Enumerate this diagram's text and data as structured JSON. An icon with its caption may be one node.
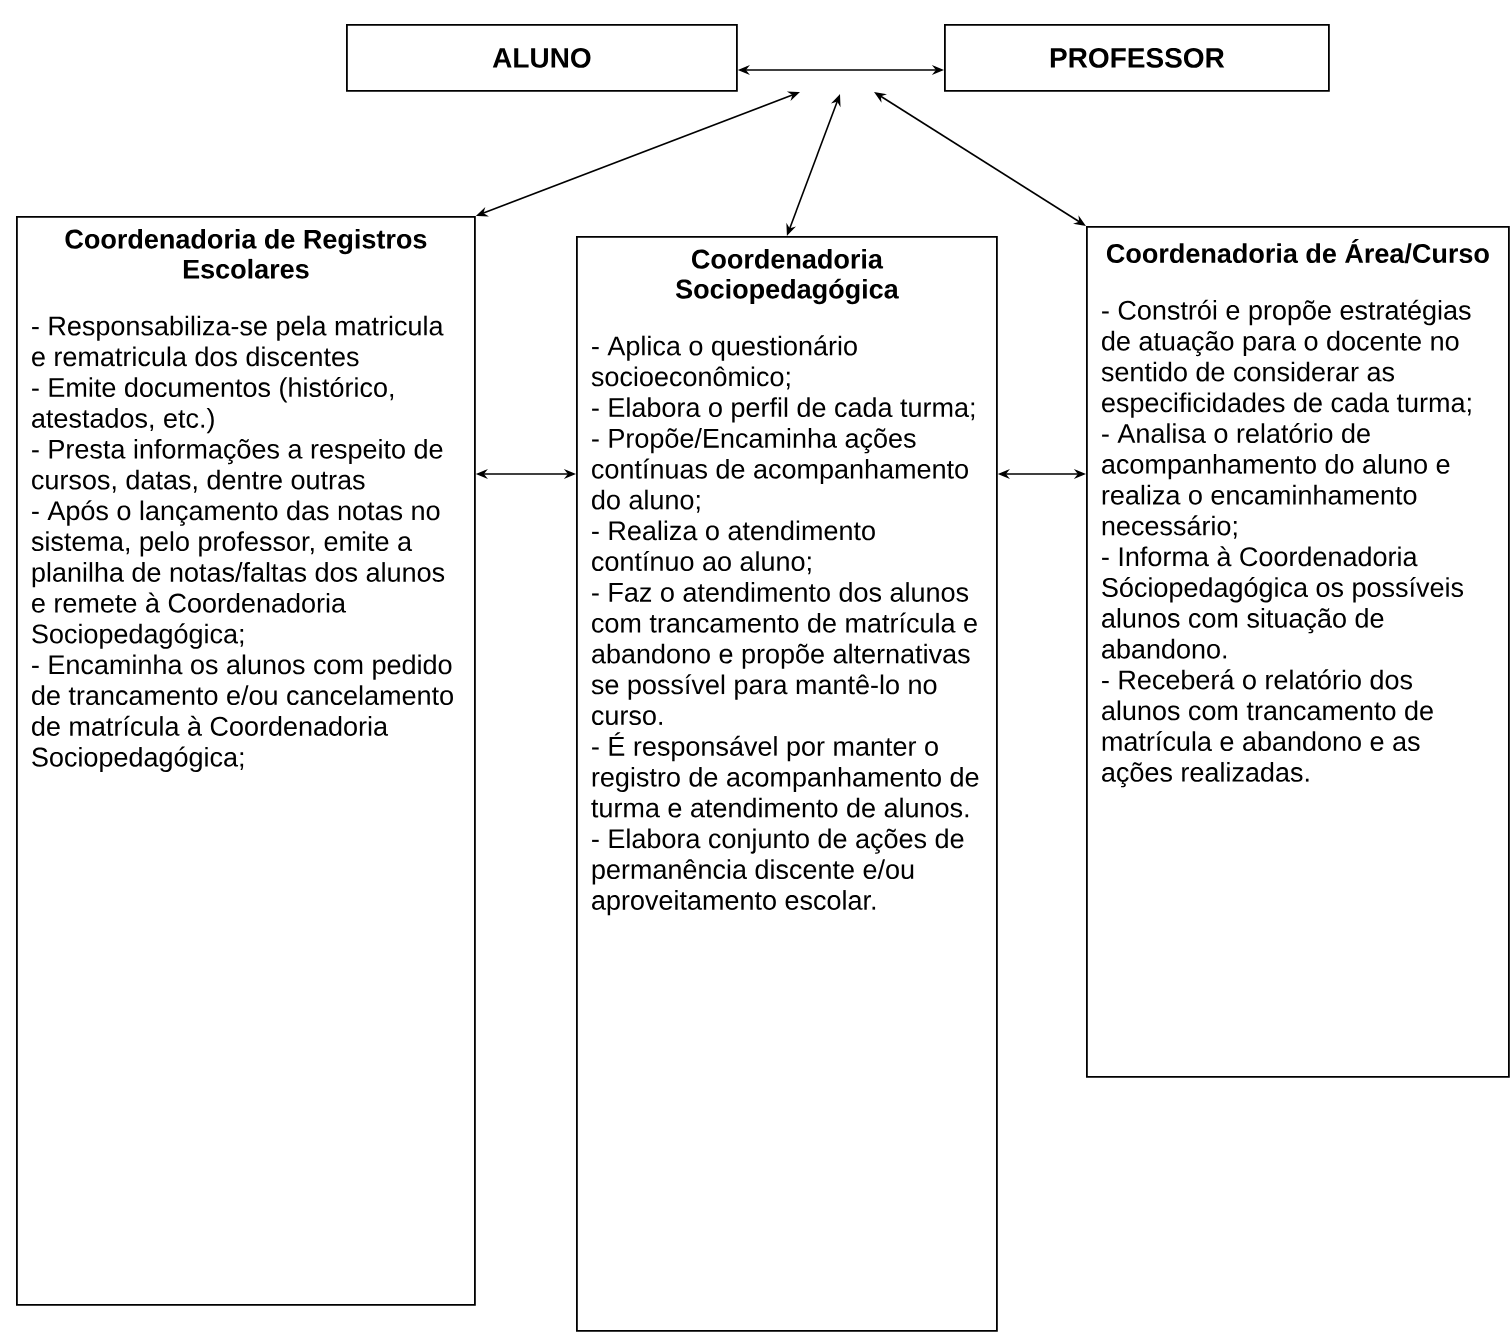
{
  "diagram": {
    "nodes": [
      {
        "text": [
          "ALUNO"
        ]
      },
      {
        "text": [
          "PROFESSOR"
        ]
      },
      {
        "text": [
          "Coordenadoria de Registros Escolares",
          "- Responsabiliza-se pela matricula e rematricula dos discentes",
          "- Emite documentos (histórico, atestados, etc.)",
          "- Presta informações a respeito de cursos, datas, dentre outras",
          "- Após o lançamento das notas no sistema, pelo professor, emite a planilha de notas/faltas dos alunos e remete à Coordenadoria Sociopedagógica;",
          "- Encaminha os alunos com pedido de trancamento e/ou cancelamento de matrícula à Coordenadoria Sociopedagógica;"
        ]
      },
      {
        "text": [
          "Coordenadoria Sociopedagógica",
          "- Aplica o questionário socioeconômico;",
          "- Elabora o perfil de cada turma;",
          "- Propõe/Encaminha ações contínuas de acompanhamento do aluno;",
          "- Realiza o atendimento contínuo ao aluno;",
          "- Faz o atendimento dos alunos com trancamento de matrícula e abandono e propõe alternativas se possível para mantê-lo no curso.",
          "- É responsável por manter o registro de acompanhamento de turma e atendimento de alunos.",
          "- Elabora conjunto de ações de permanência discente e/ou aproveitamento escolar."
        ]
      },
      {
        "text": [
          "Coordenadoria de Área/Curso",
          "- Constrói e propõe estratégias de atuação para o docente no sentido de considerar as especificidades de cada turma;",
          "- Analisa o relatório de acompanhamento do aluno e realiza o encaminhamento necessário;",
          "- Informa à Coordenadoria Sóciopedagógica os possíveis alunos com situação de abandono.",
          "- Receberá o relatório dos alunos com trancamento de matrícula e abandono e as ações realizadas."
        ]
      }
    ],
    "edges": [
      {
        "from": 0,
        "to": 1,
        "arrow": "both"
      },
      {
        "from": null,
        "to": 2,
        "arrow": "both"
      },
      {
        "from": null,
        "to": 3,
        "arrow": "both"
      },
      {
        "from": null,
        "to": 4,
        "arrow": "both"
      },
      {
        "from": 2,
        "to": 3,
        "arrow": "both"
      },
      {
        "from": 3,
        "to": 4,
        "arrow": "both"
      }
    ]
  }
}
